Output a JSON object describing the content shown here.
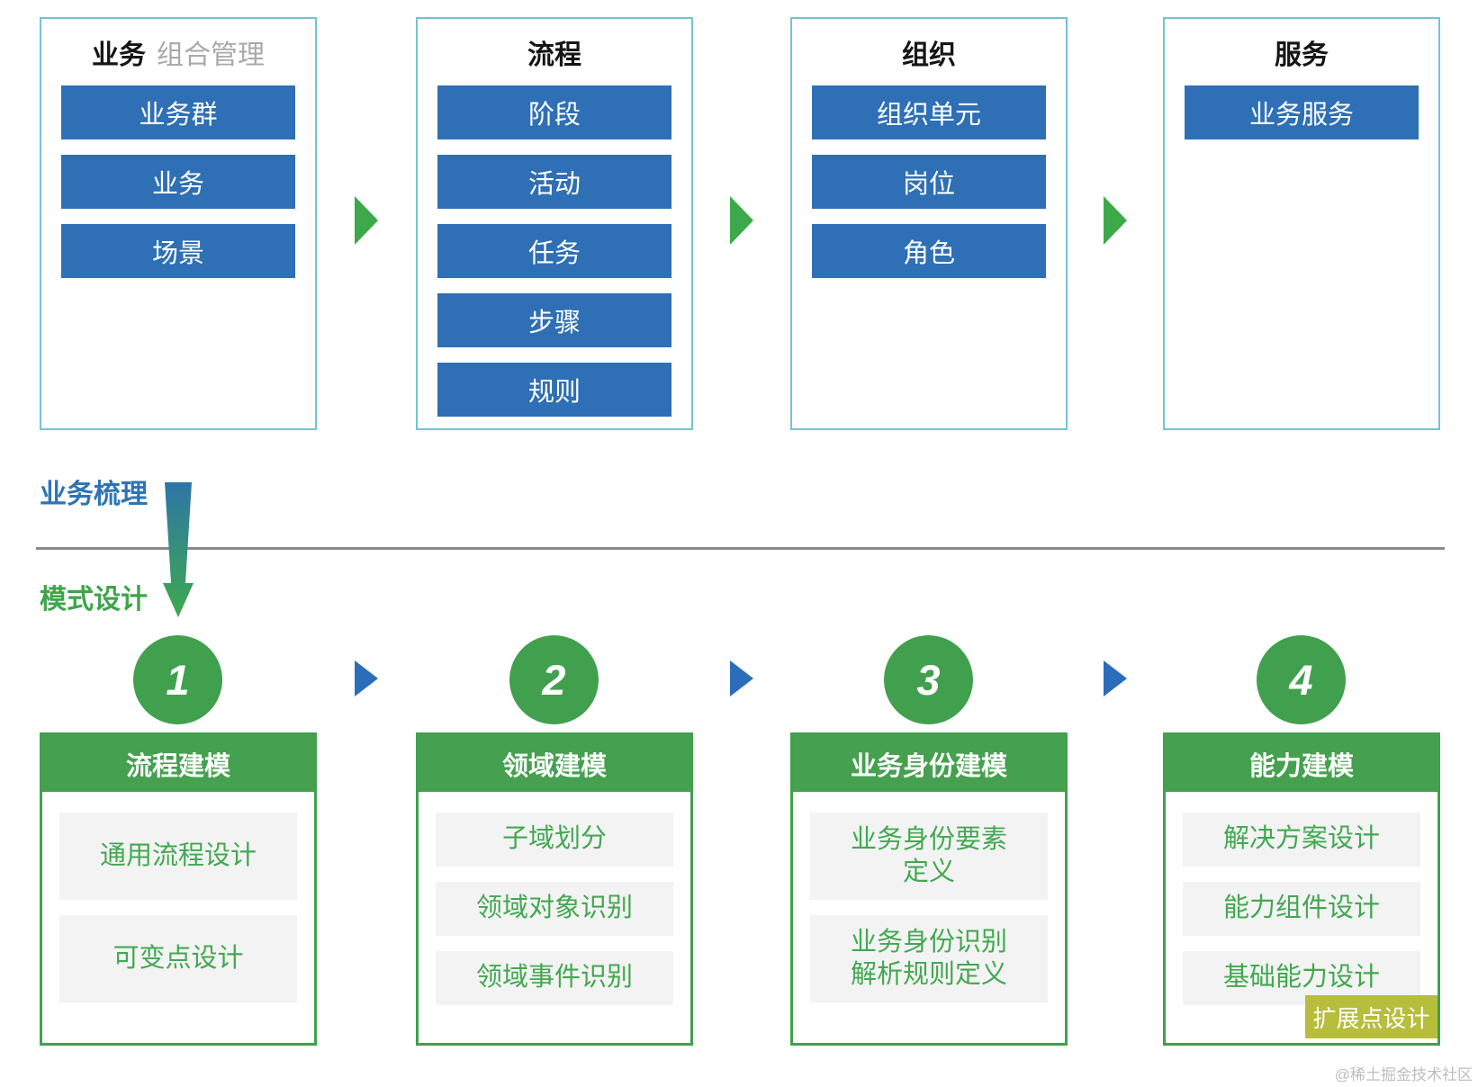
{
  "top_row": {
    "boxes": [
      {
        "title": "业务",
        "subtitle": "组合管理",
        "items": [
          "业务群",
          "业务",
          "场景"
        ]
      },
      {
        "title": "流程",
        "items": [
          "阶段",
          "活动",
          "任务",
          "步骤",
          "规则"
        ]
      },
      {
        "title": "组织",
        "items": [
          "组织单元",
          "岗位",
          "角色"
        ]
      },
      {
        "title": "服务",
        "items": [
          "业务服务"
        ]
      }
    ]
  },
  "phases": {
    "top_label": "业务梳理",
    "bottom_label": "模式设计"
  },
  "bottom_row": {
    "steps": [
      {
        "number": "1",
        "title": "流程建模",
        "items": [
          "通用流程设计",
          "可变点设计"
        ]
      },
      {
        "number": "2",
        "title": "领域建模",
        "items": [
          "子域划分",
          "领域对象识别",
          "领域事件识别"
        ]
      },
      {
        "number": "3",
        "title": "业务身份建模",
        "items": [
          "业务身份要素\n定义",
          "业务身份识别\n解析规则定义"
        ]
      },
      {
        "number": "4",
        "title": "能力建模",
        "items": [
          "解决方案设计",
          "能力组件设计",
          "基础能力设计"
        ],
        "extra_badge": "扩展点设计"
      }
    ]
  },
  "watermark": "@稀土掘金技术社区",
  "colors": {
    "blue_fill": "#2E6FB5",
    "cyan_border": "#74C3D4",
    "green_fill": "#45A04F",
    "green_arrow": "#3DA94A",
    "blue_arrow": "#2B6CBB",
    "item_bg": "#F3F3F3",
    "item_text_green": "#43A851",
    "olive_badge": "#B6BE3B",
    "phase_blue": "#2E74B5",
    "phase_green": "#3EA54B",
    "divider_gray": "#8A8A8A"
  }
}
